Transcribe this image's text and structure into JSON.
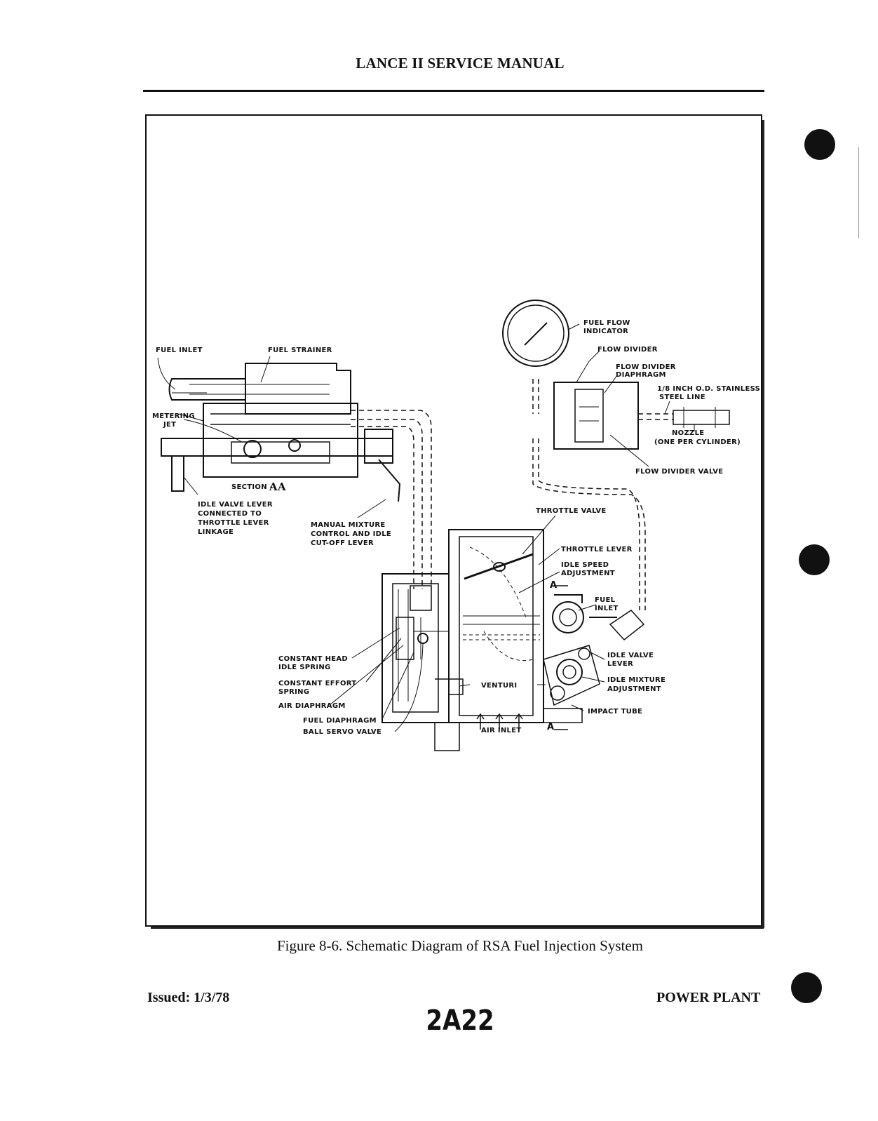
{
  "header": {
    "title": "LANCE II SERVICE MANUAL"
  },
  "figure": {
    "caption": "Figure 8-6. Schematic Diagram of RSA Fuel Injection System",
    "labels": {
      "fuel_inlet_top": "FUEL INLET",
      "fuel_strainer": "FUEL STRAINER",
      "metering_jet_1": "METERING",
      "metering_jet_2": "JET",
      "section_aa_prefix": "SECTION -",
      "section_aa_letters": "AA",
      "idle_valve_lever_linkage": [
        "IDLE VALVE LEVER",
        "CONNECTED TO",
        "THROTTLE LEVER",
        "LINKAGE"
      ],
      "manual_mixture": [
        "MANUAL MIXTURE",
        "CONTROL AND IDLE",
        "CUT-OFF LEVER"
      ],
      "fuel_flow_indicator": [
        "FUEL FLOW",
        "INDICATOR"
      ],
      "flow_divider": "FLOW DIVIDER",
      "flow_divider_diaphragm": [
        "FLOW DIVIDER",
        "DIAPHRAGM"
      ],
      "stainless_line": [
        "1/8 INCH O.D. STAINLESS",
        "STEEL LINE"
      ],
      "nozzle": [
        "NOZZLE",
        "(ONE PER CYLINDER)"
      ],
      "flow_divider_valve": "FLOW DIVIDER VALVE",
      "throttle_valve": "THROTTLE VALVE",
      "throttle_lever": "THROTTLE LEVER",
      "idle_speed_adjustment": [
        "IDLE SPEED",
        "ADJUSTMENT"
      ],
      "fuel_inlet_body": [
        "FUEL",
        "INLET"
      ],
      "idle_valve_lever": [
        "IDLE VALVE",
        "LEVER"
      ],
      "idle_mixture_adjustment": [
        "IDLE MIXTURE",
        "ADJUSTMENT"
      ],
      "impact_tube": "IMPACT TUBE",
      "constant_head": [
        "CONSTANT HEAD",
        "IDLE SPRING"
      ],
      "constant_effort": [
        "CONSTANT EFFORT",
        "SPRING"
      ],
      "air_diaphragm": "AIR DIAPHRAGM",
      "fuel_diaphragm": "FUEL DIAPHRAGM",
      "ball_servo_valve": "BALL SERVO VALVE",
      "venturi": "VENTURI",
      "air_inlet": "AIR INLET",
      "section_marker": "A"
    }
  },
  "footer": {
    "issued": "Issued: 1/3/78",
    "section": "POWER PLANT",
    "page_code": "2A22"
  }
}
